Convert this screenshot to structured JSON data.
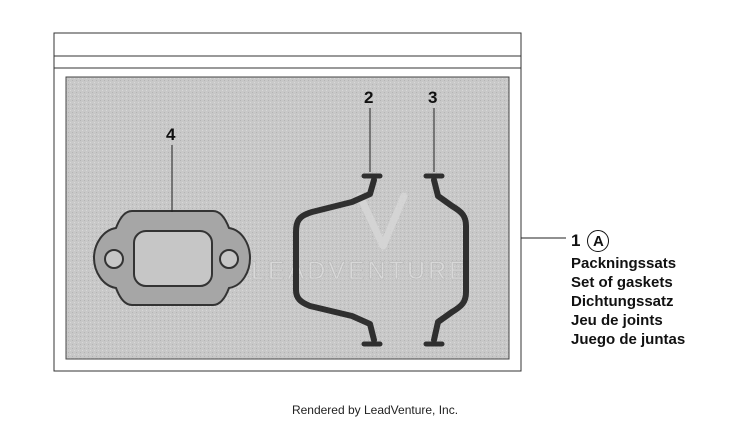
{
  "callouts": {
    "flange_gasket": "4",
    "left_gasket": "2",
    "right_gasket": "3"
  },
  "legend": {
    "item_number": "1",
    "kit_mark": "A",
    "names": [
      "Packningssats",
      "Set of gaskets",
      "Dichtungssatz",
      "Jeu de joints",
      "Juego de juntas"
    ]
  },
  "watermark": "LEADVENTURE",
  "footer": "Rendered by LeadVenture, Inc.",
  "colors": {
    "panel_fill": "#c6c6c6",
    "gasket_stroke": "#3a3a3a",
    "flange_fill": "#a7a7a7"
  }
}
